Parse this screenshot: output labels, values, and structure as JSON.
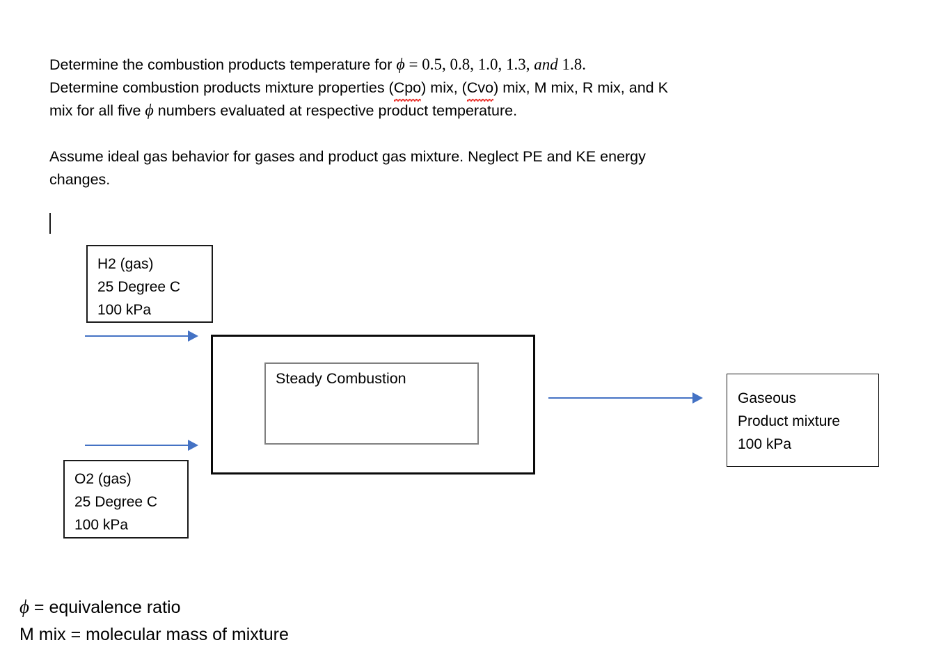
{
  "document": {
    "statement_1": {
      "line1_prefix": "Determine the combustion products temperature for ",
      "line1_math_phi": "ϕ",
      "line1_math_eq": " = 0.5, 0.8, 1.0, 1.3, ",
      "line1_math_and": "and",
      "line1_math_tail": " 1.8.",
      "line2_a": "Determine combustion products mixture properties (",
      "line2_misspell_1": "Cpo",
      "line2_b": ") mix, (",
      "line2_misspell_2": "Cvo",
      "line2_c": ") mix, M mix, R mix, and K",
      "line3_a": "mix for all five ",
      "line3_phi": "ϕ",
      "line3_b": " numbers evaluated at respective product temperature."
    },
    "statement_2": {
      "line1": "Assume ideal gas behavior for gases and product gas mixture. Neglect PE and KE energy",
      "line2": "changes."
    },
    "definitions": {
      "phi_symbol": "ϕ",
      "phi_definition": " = equivalence ratio",
      "m_mix_definition": "M mix = molecular mass of mixture"
    }
  },
  "diagram": {
    "inlet_h2": {
      "line1": "H2 (gas)",
      "line2": "25 Degree C",
      "line3": "100 kPa"
    },
    "inlet_o2": {
      "line1": "O2 (gas)",
      "line2": "25 Degree C",
      "line3": "100 kPa"
    },
    "reactor_label": "Steady Combustion",
    "outlet_product": {
      "line1": "Gaseous",
      "line2": "Product mixture",
      "line3": "100 kPa"
    },
    "colors": {
      "arrow_blue": "#4472C4",
      "box_border_black": "#1A1A1A",
      "reactor_border": "#0A0A0A",
      "inner_box_border_gray": "#808080",
      "spellcheck_red": "#E8251F"
    }
  }
}
